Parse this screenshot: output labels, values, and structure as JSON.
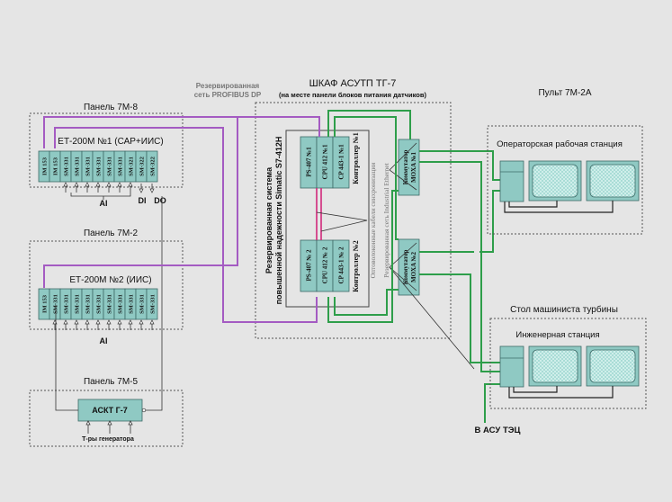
{
  "colors": {
    "background": "#e5e5e5",
    "module_fill": "#8fc9c3",
    "profibus_line": "#a45bc2",
    "ethernet_line": "#2e9e4a",
    "sync_cable": "#d1287a"
  },
  "labels": {
    "profibus_net_line1": "Резервированная",
    "profibus_net_line2": "сеть PROFIBUS DP",
    "cabinet_title": "ШКАФ АСУТП ТГ-7",
    "cabinet_subtitle": "(на месте панели блоков питания датчиков)",
    "panel_7m8": "Панель 7М-8",
    "panel_7m2": "Панель 7М-2",
    "panel_7m5": "Панель 7М-5",
    "console_7m2a": "Пульт 7М-2А",
    "turbine_desk": "Стол машиниста турбины",
    "operator_station": "Операторская рабочая станция",
    "engineering_station": "Инженерная станция",
    "to_asu_tec": "В АСУ ТЭЦ",
    "redundant_system_line1": "Резервированная система",
    "redundant_system_line2": "повышенной надежности Simatic S7-412H",
    "sync_cables": "Оптоволоконные кабели синхронизации",
    "industrial_ethernet": "Резервированная сеть Industrial Ethernet"
  },
  "et200m_1": {
    "title": "ЕТ-200М №1 (САР+ИИС)",
    "modules": [
      "IM 153",
      "IM 153",
      "SM-331",
      "SM-331",
      "SM-331",
      "SM-331",
      "SM-331",
      "SM-331",
      "SM-321",
      "SM-322",
      "SM-322"
    ],
    "signal_ai": "AI",
    "signal_di": "DI",
    "signal_do": "DO"
  },
  "et200m_2": {
    "title": "ЕТ-200М №2 (ИИС)",
    "modules": [
      "IM 153",
      "SM-331",
      "SM-331",
      "SM-331",
      "SM-331",
      "SM-331",
      "SM-331",
      "SM-331",
      "SM-331",
      "SM-331",
      "SM-331"
    ],
    "signal_ai": "AI"
  },
  "askt": {
    "title": "АСКТ Г-7",
    "caption": "Т-ры генератора"
  },
  "controller_1": {
    "label": "Контроллер №1",
    "modules": [
      "PS-407 №1",
      "CPU 412 №1",
      "CP 443-1 №1"
    ]
  },
  "controller_2": {
    "label": "Контроллер №2",
    "modules": [
      "PS-407 № 2",
      "CPU 412 № 2",
      "CP 443-1 № 2"
    ]
  },
  "switch_1": {
    "line1": "Коммутатор",
    "line2": "MOXA №1"
  },
  "switch_2": {
    "line1": "Коммутатор",
    "line2": "MOXA №2"
  }
}
